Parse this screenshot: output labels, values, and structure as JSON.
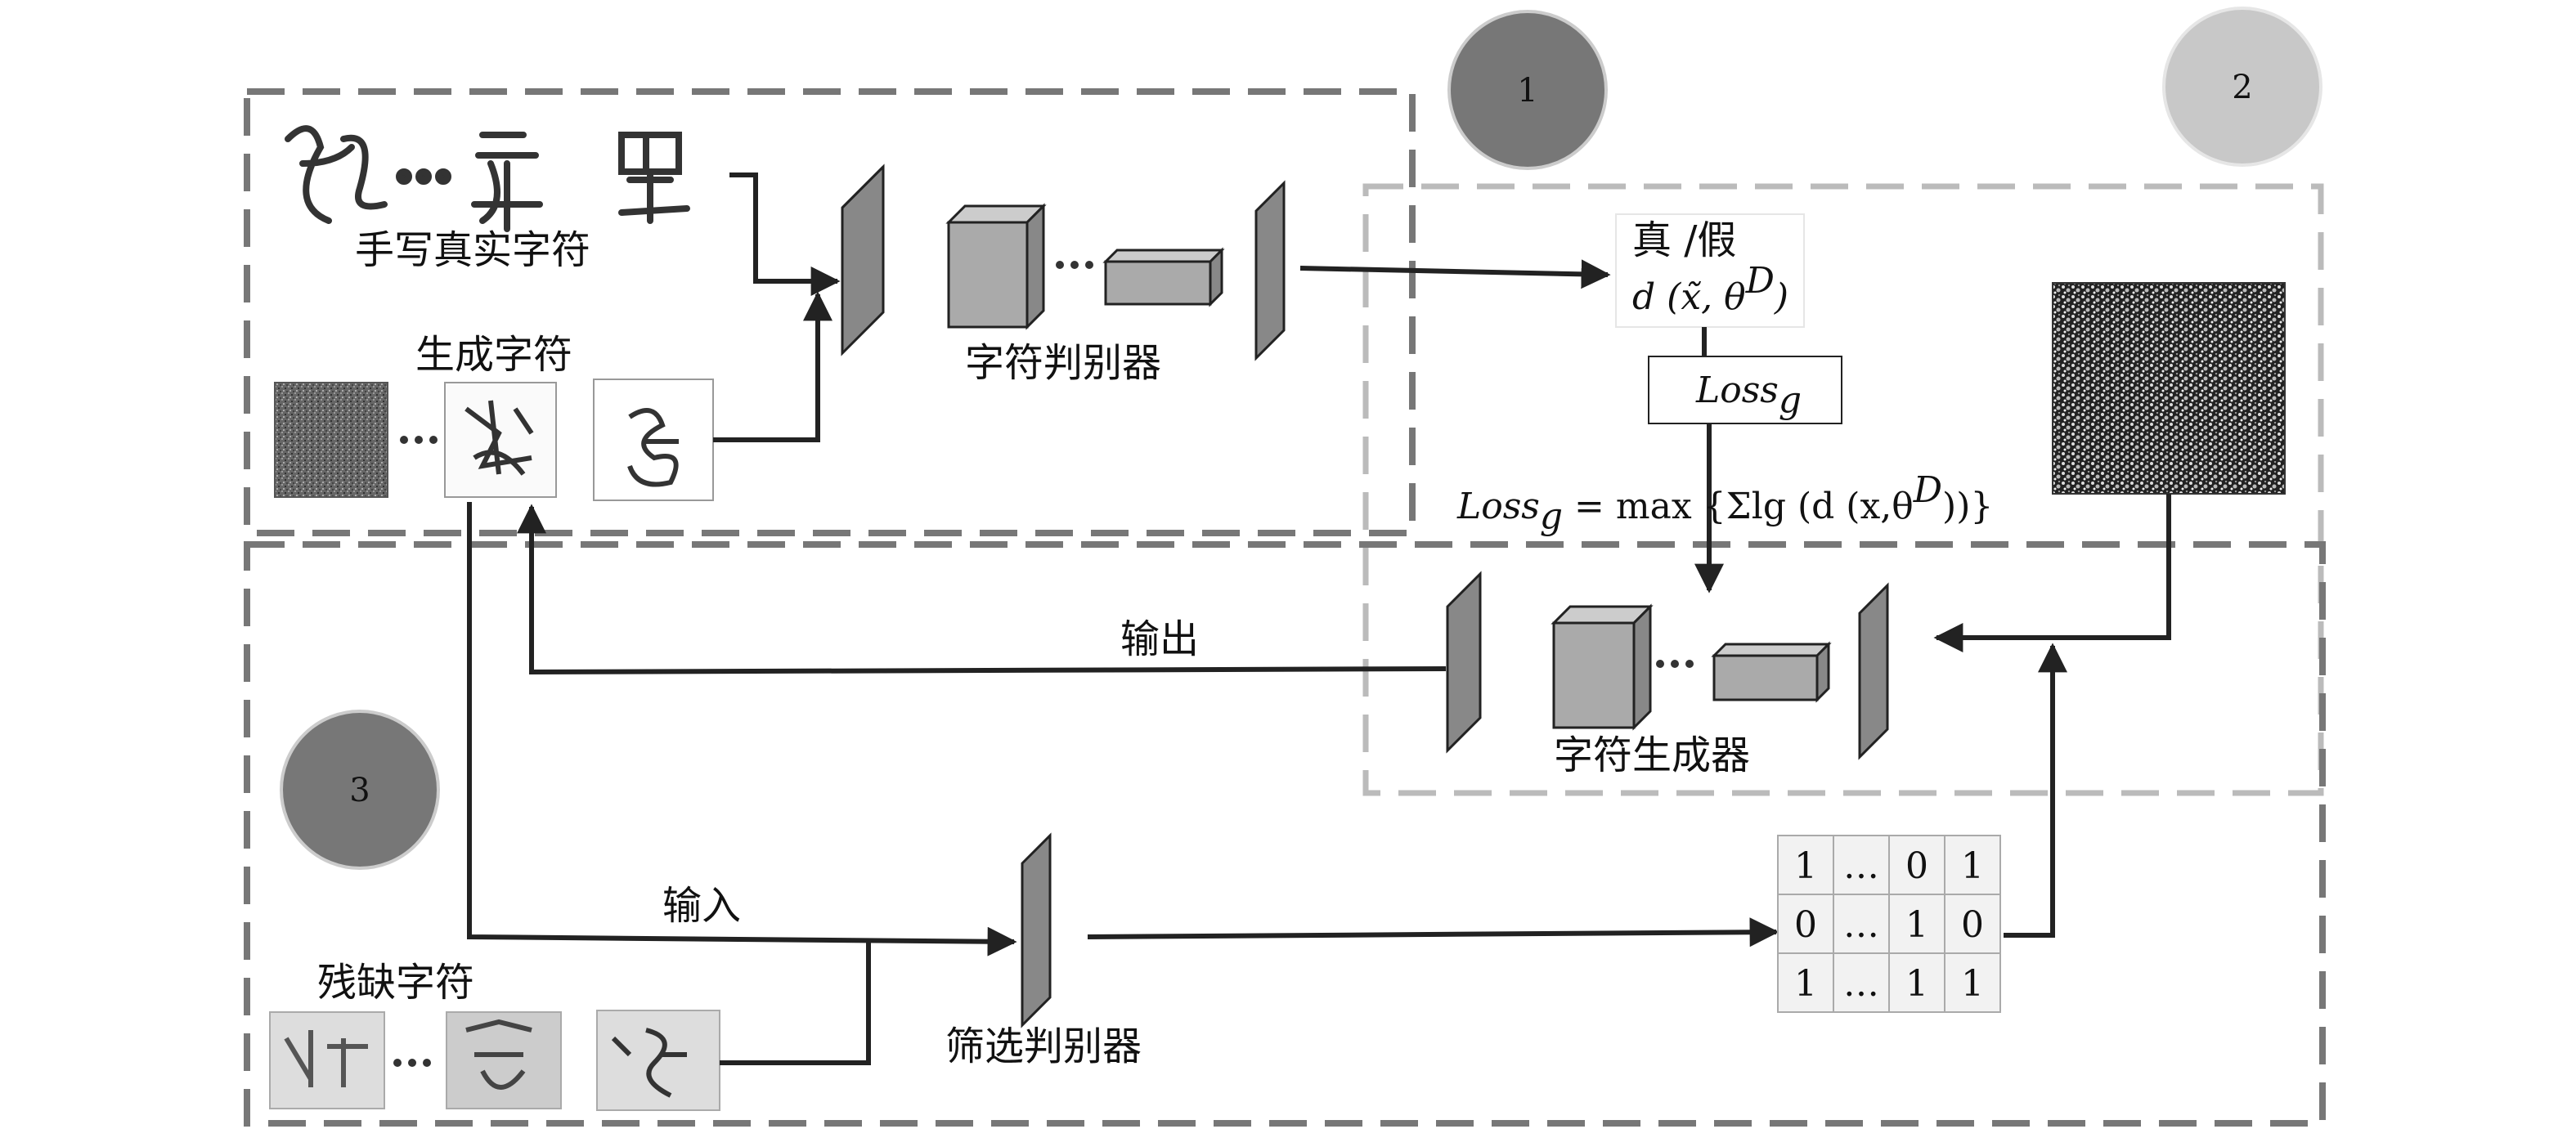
{
  "badges": {
    "one": "1",
    "two": "2",
    "three": "3"
  },
  "labels": {
    "real_chars": "手写真实字符",
    "generated_chars": "生成字符",
    "char_discriminator": "字符判别器",
    "real_fake": "真 /假",
    "d_func_prefix": "d (",
    "d_func_x": "x̃",
    "d_func_sep": ", θ",
    "d_func_sup": "D",
    "d_func_suffix": ")",
    "loss_box_main": "Loss",
    "loss_box_sub": "g",
    "loss_formula_left": "Loss",
    "loss_formula_sub": "g",
    "loss_formula_right": " = max {Σlg (d (x,θ",
    "loss_formula_sup": "D",
    "loss_formula_end": "))}",
    "output": "输出",
    "char_generator": "字符生成器",
    "input": "输入",
    "incomplete_chars": "残缺字符",
    "screening_discriminator": "筛选判别器"
  },
  "matrix": [
    [
      "1",
      "…",
      "0",
      "1"
    ],
    [
      "0",
      "…",
      "1",
      "0"
    ],
    [
      "1",
      "…",
      "1",
      "1"
    ]
  ]
}
